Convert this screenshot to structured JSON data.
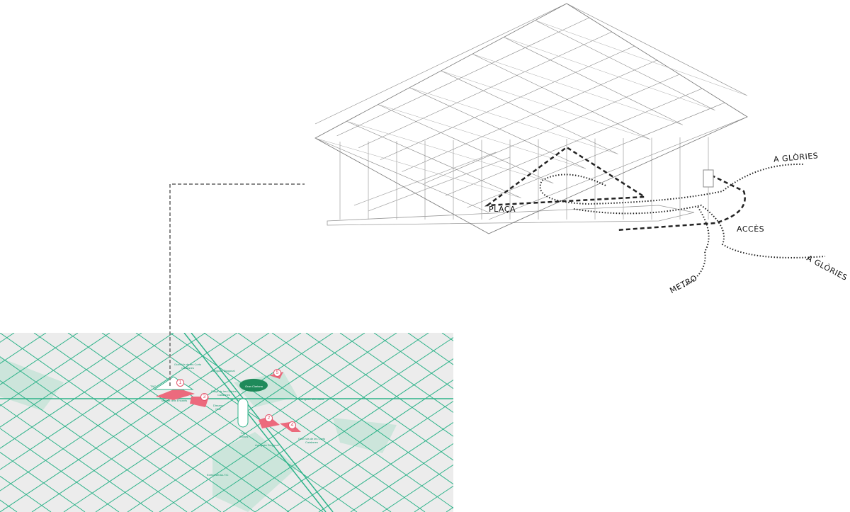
{
  "building": {
    "labels": {
      "plaza": "PLAÇA",
      "access": "ACCÈS",
      "metro": "METRO",
      "glories_top": "A GLÒRIES",
      "glories_right": "A GLÒRIES"
    }
  },
  "map": {
    "colors": {
      "background": "#ececec",
      "street": "#2fb38a",
      "park": "#bfe3d4",
      "highlight": "#ec6a7d",
      "dark_park": "#1e8a5a"
    },
    "labels": {
      "gran_via_top": "Gran Via de les Corts Catalanes",
      "diagonal_top": "Avinguda Diagonal",
      "tnc": "TNC",
      "placa": "Plaça de les Glòries Catalanes",
      "mercat": "Mercat dels Encants",
      "disseny": "Disseny Hub",
      "clariana": "Gran Clariana",
      "meridiana": "Avinguda Meridiana",
      "torre": "Torre Glòries",
      "diagonal_bottom": "Avinguda Diagonal",
      "gran_via_bottom": "Gran Via de les Corts Catalanes",
      "mediatic": "Edifici Media-TIC"
    },
    "markers": [
      "1",
      "2",
      "3",
      "4",
      "5"
    ]
  }
}
